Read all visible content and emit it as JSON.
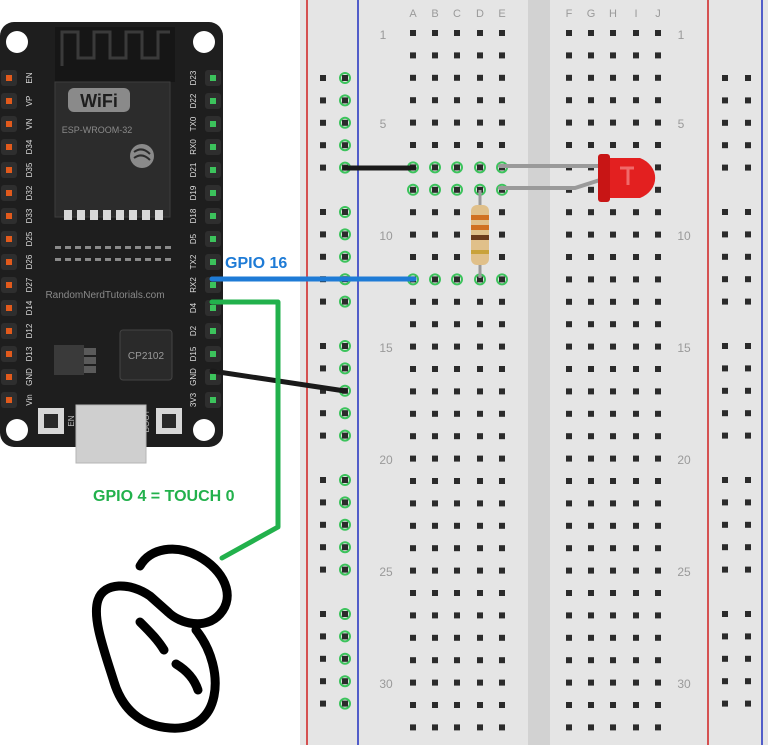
{
  "board": {
    "module": "ESP-WROOM-32",
    "wifi_logo": "WiFi",
    "website": "RandomNerdTutorials.com",
    "usb_chip": "CP2102",
    "en_button": "EN",
    "boot_button": "BOOT",
    "left_pins": [
      "EN",
      "VP",
      "VN",
      "D34",
      "D35",
      "D32",
      "D33",
      "D25",
      "D26",
      "D27",
      "D14",
      "D12",
      "D13",
      "GND",
      "Vin"
    ],
    "right_pins": [
      "D23",
      "D22",
      "TX0",
      "RX0",
      "D21",
      "D19",
      "D18",
      "D5",
      "TX2",
      "RX2",
      "D4",
      "D2",
      "D15",
      "GND",
      "3V3"
    ]
  },
  "breadboard": {
    "columns_left": [
      "A",
      "B",
      "C",
      "D",
      "E"
    ],
    "columns_right": [
      "F",
      "G",
      "H",
      "I",
      "J"
    ],
    "row_labels": [
      "1",
      "5",
      "10",
      "15",
      "20",
      "25",
      "30"
    ]
  },
  "labels": {
    "gpio16": "GPIO 16",
    "gpio4": "GPIO 4 = TOUCH 0"
  },
  "colors": {
    "board": "#1e1e1e",
    "breadboard": "#e5e5e5",
    "rail_red": "#d02020",
    "rail_blue": "#2030c0",
    "wire_gpio16": "#1e7bd6",
    "wire_gpio4": "#22b14c",
    "wire_gnd": "#1a1a1a",
    "led": "#e32020",
    "label_gpio16": "#1e7bd6",
    "label_gpio4": "#22b14c"
  },
  "icons": {
    "finger": "touch-hand-icon",
    "shield": "espressif-logo-icon"
  }
}
